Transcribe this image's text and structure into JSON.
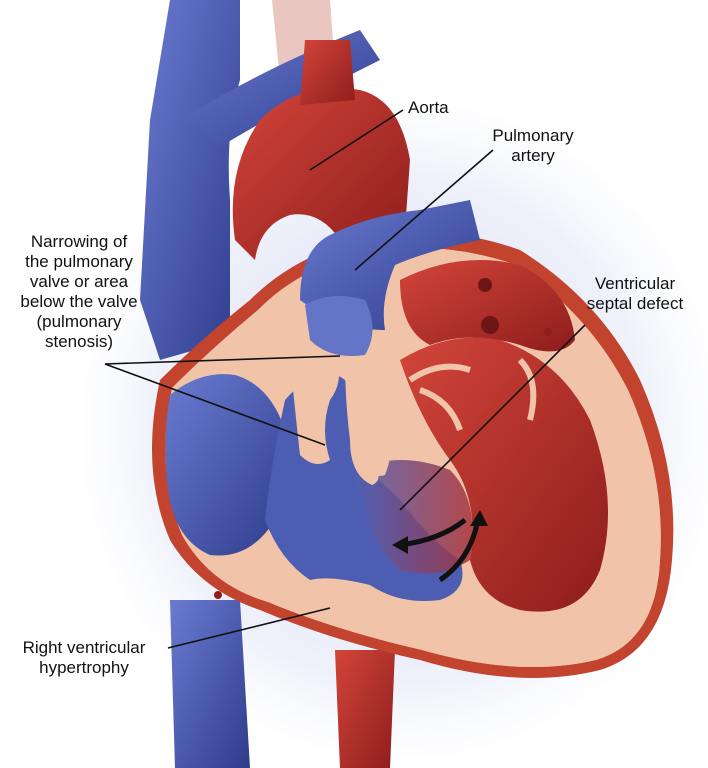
{
  "labels": {
    "aorta": "Aorta",
    "pulmonary_artery": "Pulmonary\nartery",
    "pulmonary_stenosis": "Narrowing of\nthe pulmonary\nvalve or area\nbelow the valve\n(pulmonary\nstenosis)",
    "vsd": "Ventricular\nseptal defect",
    "rvh": "Right ventricular\nhypertrophy"
  },
  "colors": {
    "oxygenated": "#b8302a",
    "deoxygenated": "#4a5bb0",
    "tissue": "#f1c3a8",
    "leader": "#111111"
  }
}
